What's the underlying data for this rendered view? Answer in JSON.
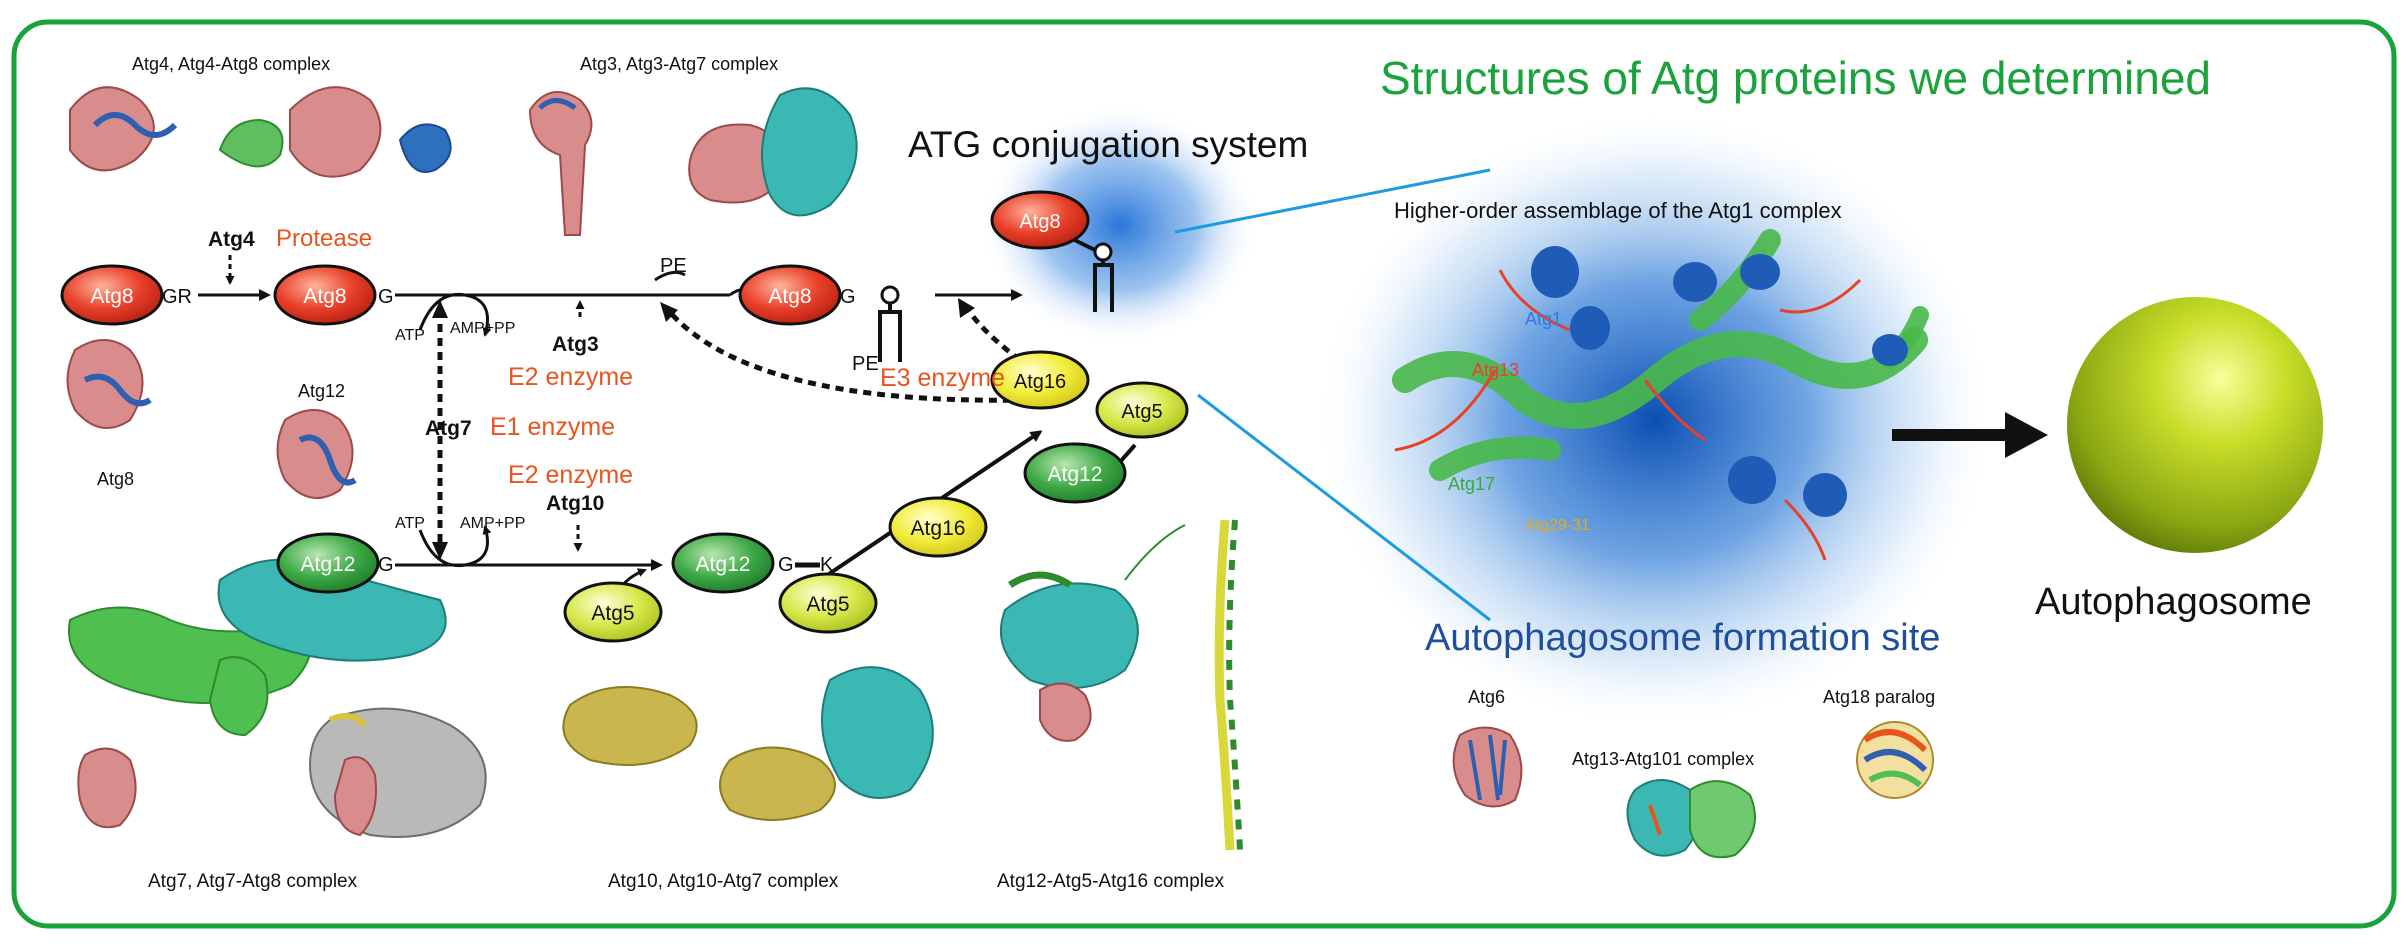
{
  "main_title": "Structures of Atg proteins we determined",
  "conjugation_title": "ATG conjugation system",
  "higher_order_title": "Higher-order assemblage of the Atg1 complex",
  "formation_site_label": "Autophagosome formation site",
  "autophagosome_label": "Autophagosome",
  "captions": {
    "atg4": "Atg4, Atg4-Atg8 complex",
    "atg3": "Atg3, Atg3-Atg7 complex",
    "atg8": "Atg8",
    "atg12": "Atg12",
    "atg7": "Atg7, Atg7-Atg8 complex",
    "atg10": "Atg10, Atg10-Atg7 complex",
    "atg12_5_16": "Atg12-Atg5-Atg16 complex",
    "atg6": "Atg6",
    "atg13_101": "Atg13-Atg101 complex",
    "atg18": "Atg18 paralog"
  },
  "enzymes": {
    "atg4": "Atg4",
    "protease": "Protease",
    "atg3": "Atg3",
    "e2_a": "E2 enzyme",
    "atg7": "Atg7",
    "e1": "E1 enzyme",
    "e2_b": "E2 enzyme",
    "atg10": "Atg10",
    "e3": "E3 enzyme"
  },
  "small_labels": {
    "gr": "GR",
    "g1": "G",
    "g2": "G",
    "g3": "G",
    "g4": "G",
    "k": "K",
    "pe1": "PE",
    "pe2": "PE",
    "atp1": "ATP",
    "atp2": "ATP",
    "amp1": "AMP+PP",
    "amp2": "AMP+PP"
  },
  "nodes": {
    "atg8_a": "Atg8",
    "atg8_b": "Atg8",
    "atg8_c": "Atg8",
    "atg8_d": "Atg8",
    "atg12_a": "Atg12",
    "atg12_b": "Atg12",
    "atg12_c": "Atg12",
    "atg5_a": "Atg5",
    "atg5_b": "Atg5",
    "atg5_c": "Atg5",
    "atg16_a": "Atg16",
    "atg16_b": "Atg16"
  },
  "assembly_labels": {
    "atg1": "Atg1",
    "atg13": "Atg13",
    "atg17": "Atg17",
    "atg29_31": "Atg29-31"
  },
  "colors": {
    "frame": "#1aa33a",
    "title_green": "#1aa33a",
    "enzyme_orange": "#e8541e",
    "site_blue": "#1f4e9c",
    "line_blue": "#1b9be0"
  }
}
